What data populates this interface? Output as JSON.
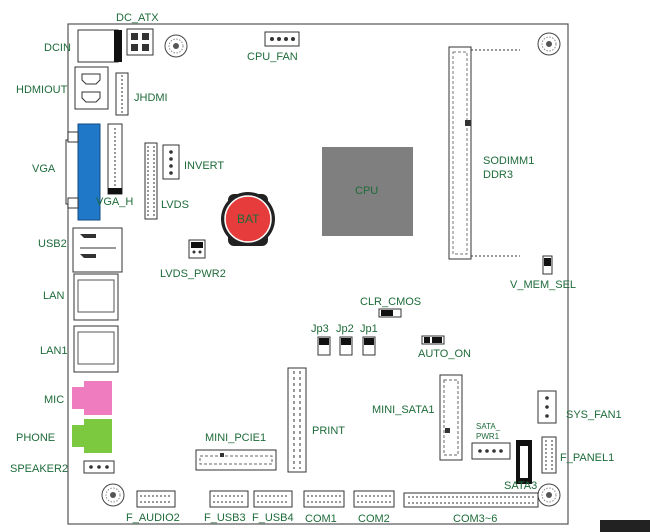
{
  "board": {
    "connectors": {
      "dc_atx": "DC_ATX",
      "dcin": "DCIN",
      "cpu_fan": "CPU_FAN",
      "hdmiout": "HDMIOUT",
      "jhdmi": "JHDMI",
      "vga": "VGA",
      "invert": "INVERT",
      "vga_h": "VGA_H",
      "lvds": "LVDS",
      "bat": "BAT",
      "cpu": "CPU",
      "sodimm1": "SODIMM1",
      "ddr3": "DDR3",
      "usb2": "USB2",
      "lvds_pwr2": "LVDS_PWR2",
      "v_mem_sel": "V_MEM_SEL",
      "lan": "LAN",
      "lan1": "LAN1",
      "clr_cmos": "CLR_CMOS",
      "jp3": "Jp3",
      "jp2": "Jp2",
      "jp1": "Jp1",
      "auto_on": "AUTO_ON",
      "mic": "MIC",
      "mini_sata1": "MINI_SATA1",
      "sys_fan1": "SYS_FAN1",
      "phone": "PHONE",
      "print": "PRINT",
      "mini_pcie1": "MINI_PCIE1",
      "sata_pwr1_line1": "SATA_",
      "sata_pwr1_line2": "PWR1",
      "f_panel1": "F_PANEL1",
      "speaker2": "SPEAKER2",
      "sata3": "SATA3",
      "f_audio2": "F_AUDIO2",
      "f_usb3": "F_USB3",
      "f_usb4": "F_USB4",
      "com1": "COM1",
      "com2": "COM2",
      "com3_6": "COM3~6"
    }
  },
  "colors": {
    "label": "#1e6b3a",
    "vga_port": "#1f78c8",
    "mic_jack": "#f07cc0",
    "phone_jack": "#7cc940",
    "cpu": "#7f7f7f",
    "sata_connector": "#000000"
  }
}
